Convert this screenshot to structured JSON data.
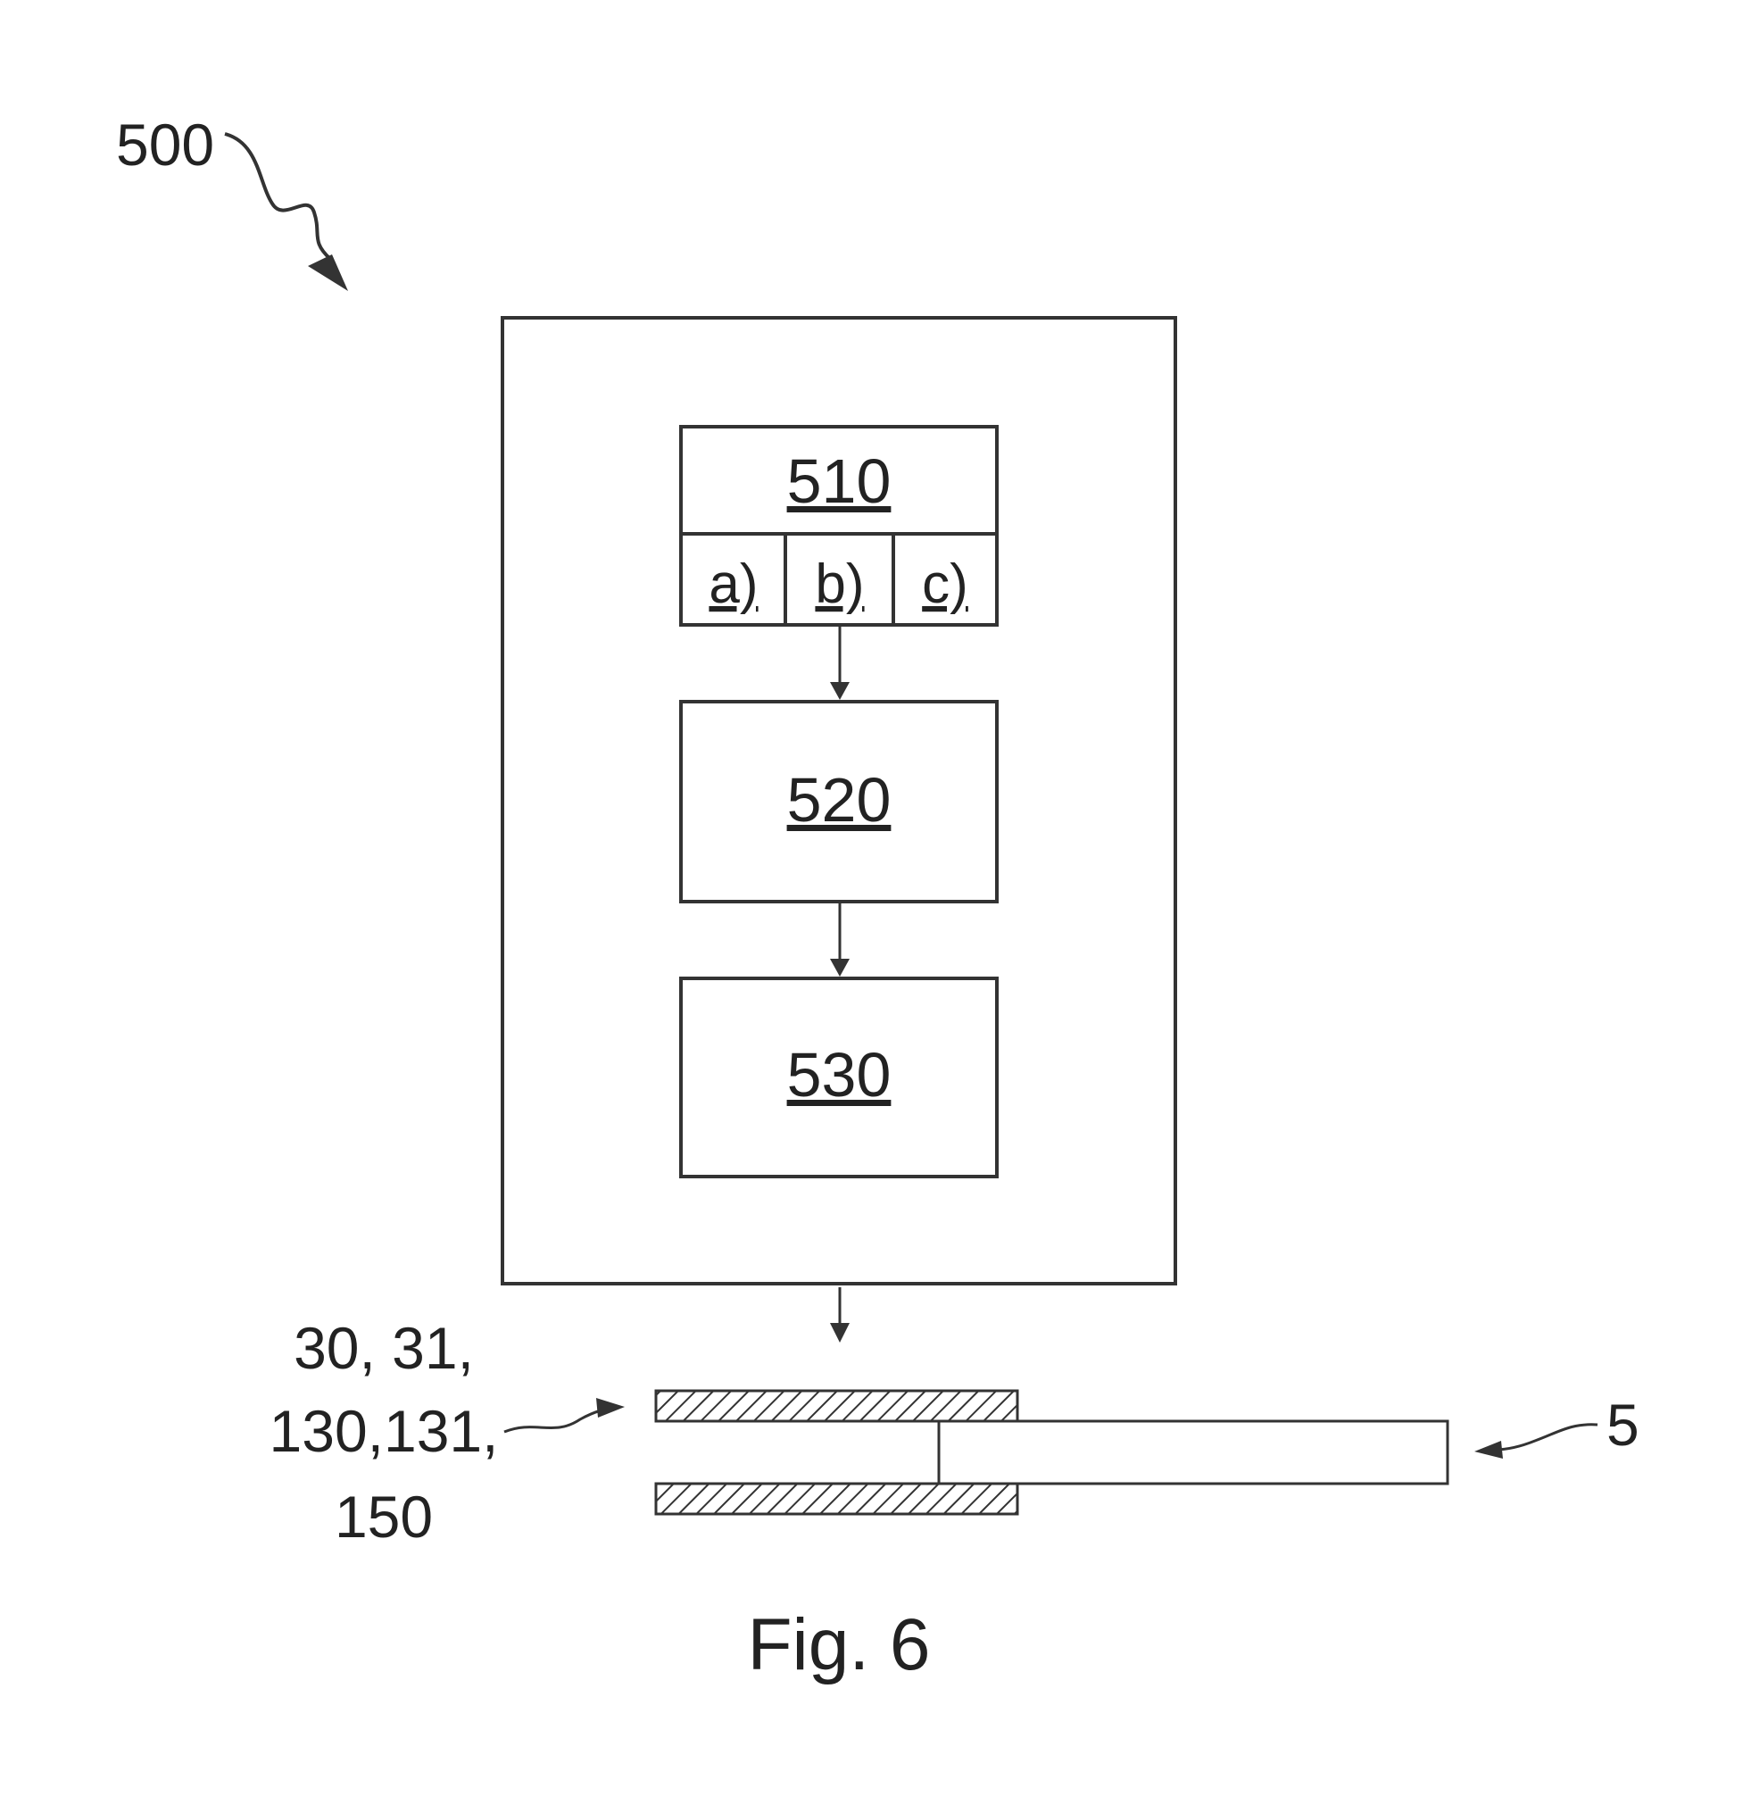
{
  "figure": {
    "number_label": "500",
    "caption": "Fig. 6"
  },
  "steps": {
    "step1": {
      "label": "510",
      "options": [
        "a)",
        "b)",
        "c)"
      ]
    },
    "step2": {
      "label": "520"
    },
    "step3": {
      "label": "530"
    }
  },
  "component_labels": {
    "left": [
      "30, 31,",
      "130,131,",
      "150"
    ],
    "right": "5"
  },
  "colors": {
    "line": "#333333",
    "hatch": "#333333",
    "background": "#ffffff"
  }
}
